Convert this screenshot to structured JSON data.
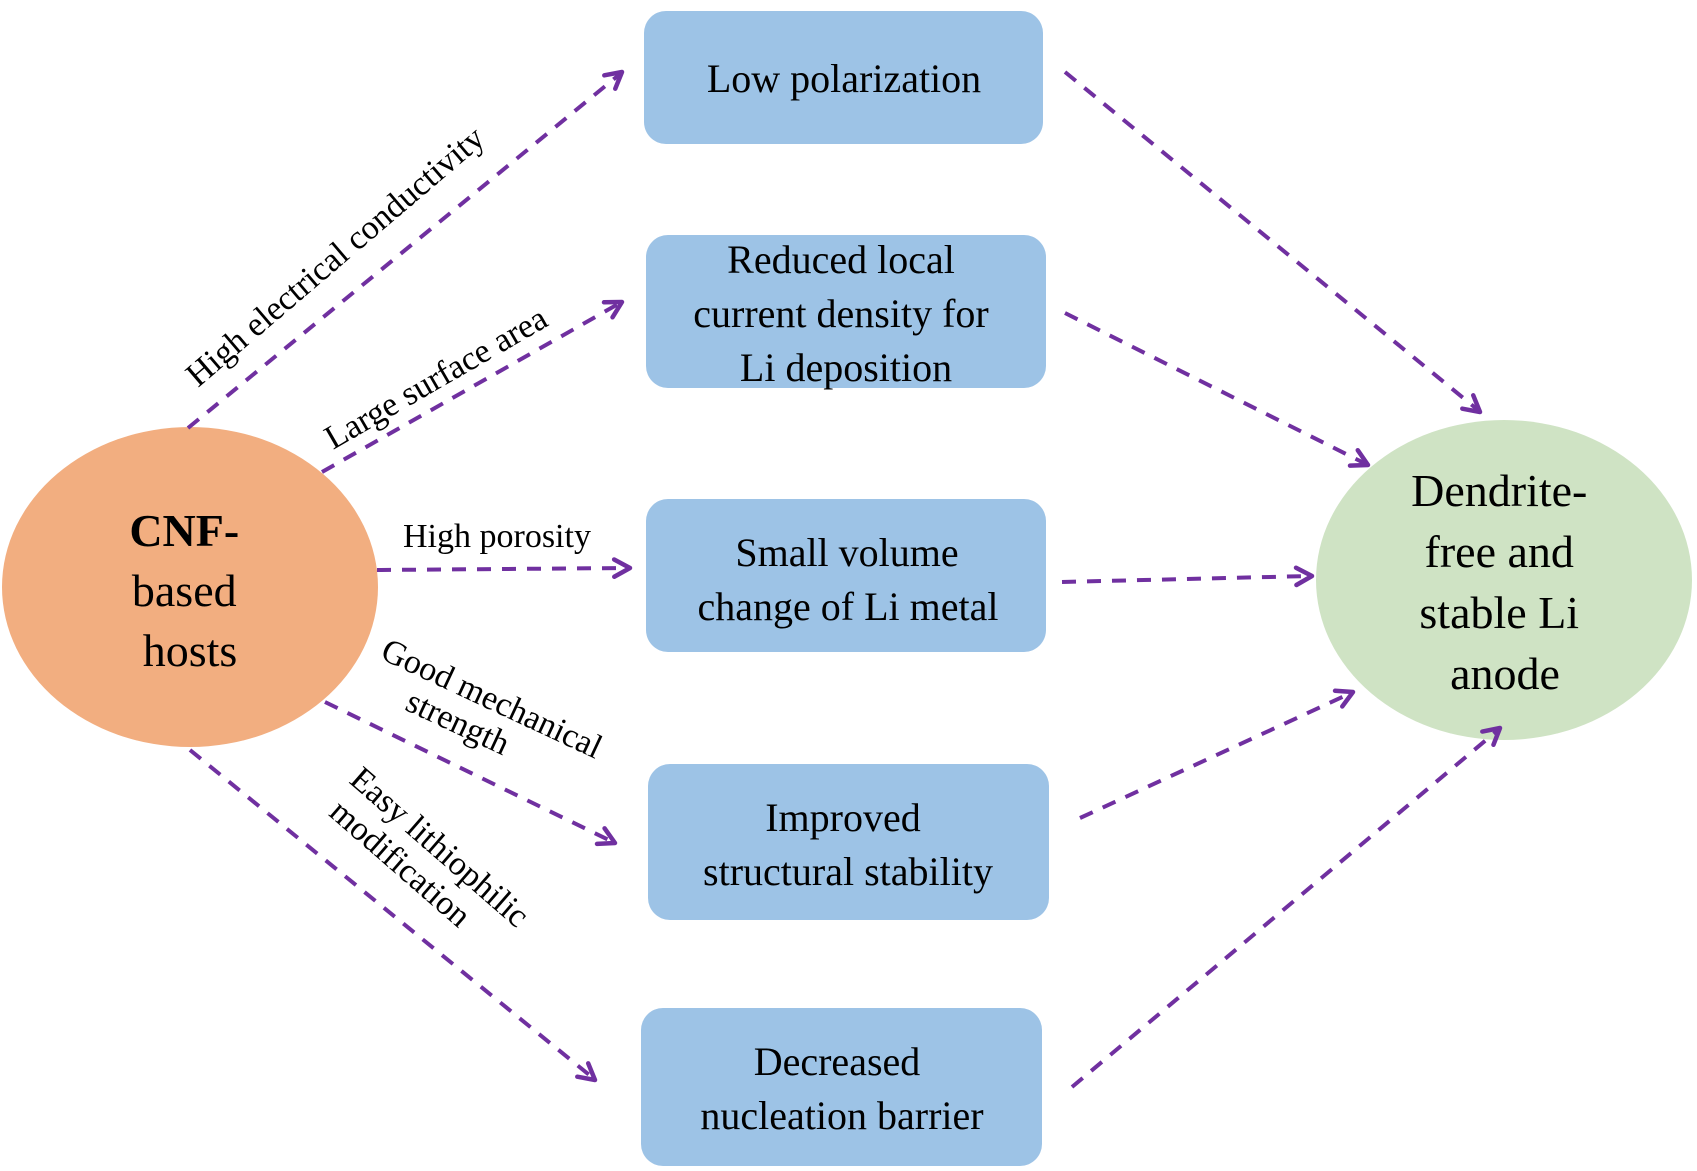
{
  "colors": {
    "source_fill": "#F2AE80",
    "box_fill": "#9DC3E6",
    "target_fill": "#CFE3C4",
    "arrow": "#7030A0",
    "text": "#000000"
  },
  "source": {
    "lines": [
      "CNF-",
      "based",
      "hosts"
    ]
  },
  "target": {
    "lines": [
      "Dendrite-",
      "free and",
      "stable Li",
      "anode"
    ]
  },
  "properties": [
    {
      "label_lines": [
        "High electrical conductivity"
      ]
    },
    {
      "label_lines": [
        "Large surface area"
      ]
    },
    {
      "label_lines": [
        "High porosity"
      ]
    },
    {
      "label_lines": [
        "Good mechanical",
        "strength"
      ]
    },
    {
      "label_lines": [
        "Easy lithiophilic",
        "modification"
      ]
    }
  ],
  "effects": [
    {
      "lines": [
        "Low polarization"
      ]
    },
    {
      "lines": [
        "Reduced local",
        "current density for",
        "Li deposition"
      ]
    },
    {
      "lines": [
        "Small volume",
        "change of Li metal"
      ]
    },
    {
      "lines": [
        "Improved",
        "structural stability"
      ]
    },
    {
      "lines": [
        "Decreased",
        "nucleation barrier"
      ]
    }
  ]
}
